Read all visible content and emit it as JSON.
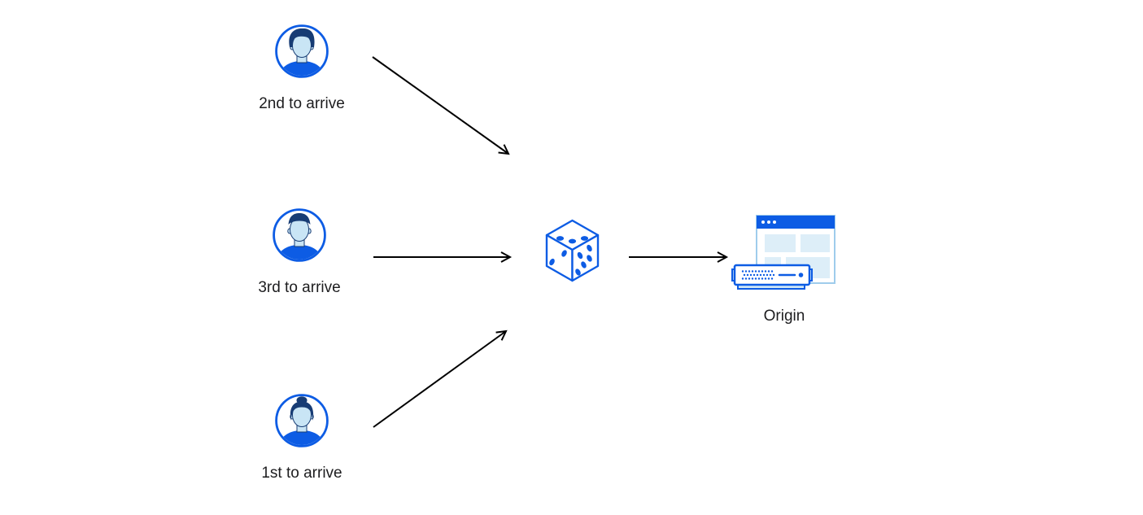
{
  "palette": {
    "blue": "#0d5ce4",
    "navy": "#173c74",
    "face": "#c9e5f5",
    "panel": "#ddeef8",
    "panel_stroke": "#9fccec",
    "light_fill": "#cfe7f6",
    "arrow": "#000000",
    "text": "#1d1d1f",
    "white": "#ffffff"
  },
  "nodes": {
    "visitor_top": {
      "label": "2nd to arrive",
      "icon": "male-avatar-icon"
    },
    "visitor_middle": {
      "label": "3rd to arrive",
      "icon": "male-avatar-icon"
    },
    "visitor_bottom": {
      "label": "1st to arrive",
      "icon": "female-avatar-icon"
    },
    "randomizer": {
      "label": "",
      "icon": "dice-icon"
    },
    "origin": {
      "label": "Origin",
      "icon": "origin-server-icon"
    }
  },
  "edges": [
    {
      "from": "visitor_top",
      "to": "randomizer"
    },
    {
      "from": "visitor_middle",
      "to": "randomizer"
    },
    {
      "from": "visitor_bottom",
      "to": "randomizer"
    },
    {
      "from": "randomizer",
      "to": "origin"
    }
  ]
}
